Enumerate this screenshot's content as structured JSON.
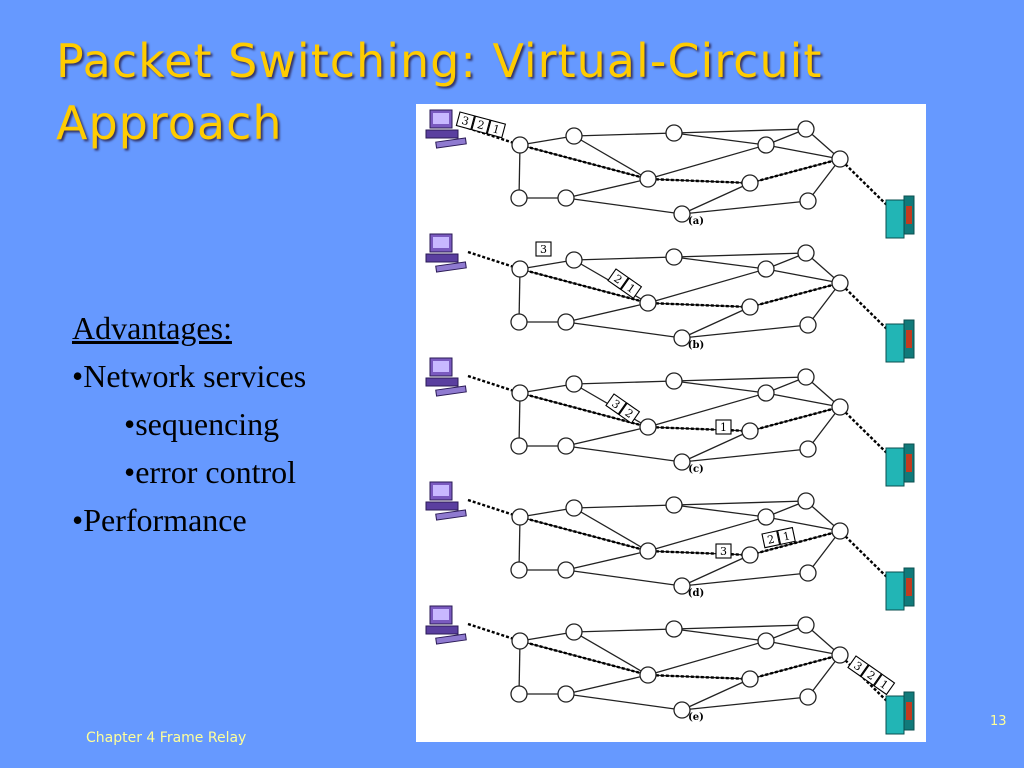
{
  "slide": {
    "title_line1": "Packet Switching: Virtual-Circuit",
    "title_line2": "Approach",
    "advantages_heading": "Advantages:",
    "bullets": [
      {
        "text": "•Network services"
      },
      {
        "text": "•sequencing"
      },
      {
        "text": "•error control"
      },
      {
        "text": "•Performance"
      }
    ],
    "footer": "Chapter 4 Frame Relay",
    "page_number": "13"
  },
  "figure": {
    "panels": [
      {
        "label": "(a)",
        "packets": [
          [
            "3",
            "2",
            "1"
          ]
        ]
      },
      {
        "label": "(b)",
        "packets": [
          [
            "3"
          ],
          [
            "2",
            "1"
          ]
        ]
      },
      {
        "label": "(c)",
        "packets": [
          [
            "3",
            "2"
          ],
          [
            "1"
          ]
        ]
      },
      {
        "label": "(d)",
        "packets": [
          [
            "3"
          ],
          [
            "2",
            "1"
          ]
        ]
      },
      {
        "label": "(e)",
        "packets": [
          [
            "3",
            "2",
            "1"
          ]
        ]
      }
    ]
  }
}
